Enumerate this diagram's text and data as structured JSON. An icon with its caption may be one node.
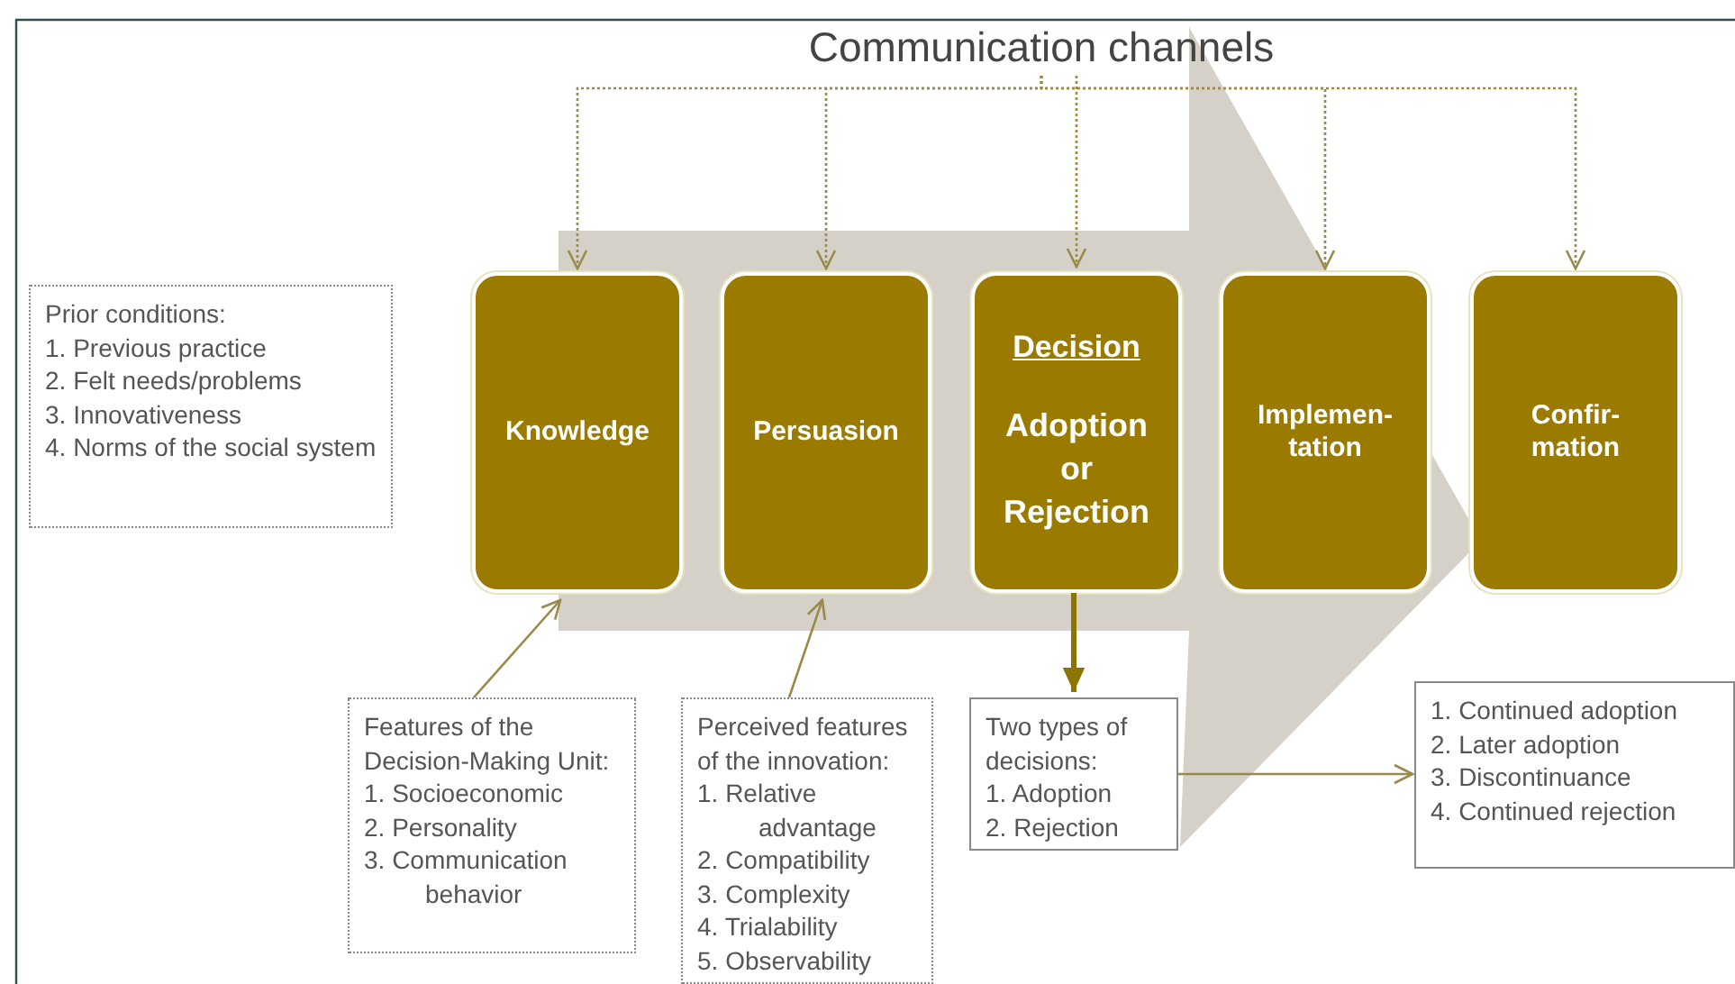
{
  "diagram": {
    "nodes": [
      {
        "text": [
          "Communication channels"
        ]
      },
      {
        "text": [
          "Prior conditions:",
          "1. Previous practice",
          "2. Felt needs/problems",
          "3. Innovativeness",
          "4. Norms of the social system"
        ]
      },
      {
        "text": [
          "Knowledge"
        ]
      },
      {
        "text": [
          "Persuasion"
        ]
      },
      {
        "text": [
          "Decision",
          "Adoption or Rejection"
        ]
      },
      {
        "text": [
          "Implemen- tation"
        ]
      },
      {
        "text": [
          "Confir- mation"
        ]
      },
      {
        "text": [
          "Features of the Decision-Making Unit:",
          "1. Socioeconomic",
          "2. Personality",
          "3. Communication behavior"
        ]
      },
      {
        "text": [
          "Perceived features of the innovation:",
          "1. Relative advantage",
          "2. Compatibility",
          "3. Complexity",
          "4. Trialability",
          "5. Observability"
        ]
      },
      {
        "text": [
          "Two types of decisions:",
          "1. Adoption",
          "2. Rejection"
        ]
      },
      {
        "text": [
          "1. Continued adoption",
          "2. Later adoption",
          "3. Discontinuance",
          "4. Continued rejection"
        ]
      }
    ],
    "edges": [
      {
        "from": 0,
        "to": 2,
        "arrow": "to",
        "style": "dashed"
      },
      {
        "from": 0,
        "to": 3,
        "arrow": "to",
        "style": "dashed"
      },
      {
        "from": 0,
        "to": 4,
        "arrow": "to",
        "style": "dashed"
      },
      {
        "from": 0,
        "to": 5,
        "arrow": "to",
        "style": "dashed"
      },
      {
        "from": 0,
        "to": 6,
        "arrow": "to",
        "style": "dashed"
      },
      {
        "from": 7,
        "to": 2,
        "arrow": "to"
      },
      {
        "from": 8,
        "to": 3,
        "arrow": "to"
      },
      {
        "from": 4,
        "to": 9,
        "arrow": "to",
        "style": "thick"
      },
      {
        "from": 9,
        "to": 10,
        "arrow": "to"
      },
      {
        "from": 2,
        "to": 6,
        "arrow": "to",
        "style": "thick",
        "color": "#d6d1c8"
      }
    ]
  }
}
